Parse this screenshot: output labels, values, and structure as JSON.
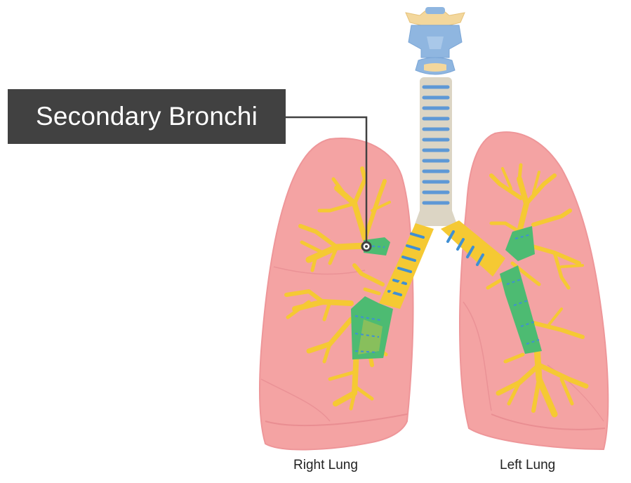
{
  "diagram": {
    "callout_label": "Secondary Bronchi",
    "lung_labels": {
      "right": "Right Lung",
      "left": "Left Lung"
    },
    "colors": {
      "callout_box": "#414141",
      "lung_fill": "#f4a3a3",
      "lung_lobe_line": "#e98e92",
      "bronchi_yellow": "#f5c933",
      "secondary_bronchi_green": "#4dbb72",
      "cartilage_blue": "#3f8fd4",
      "trachea_blue": "#8fb6e0",
      "trachea_cartilage": "#5d98d6"
    }
  }
}
